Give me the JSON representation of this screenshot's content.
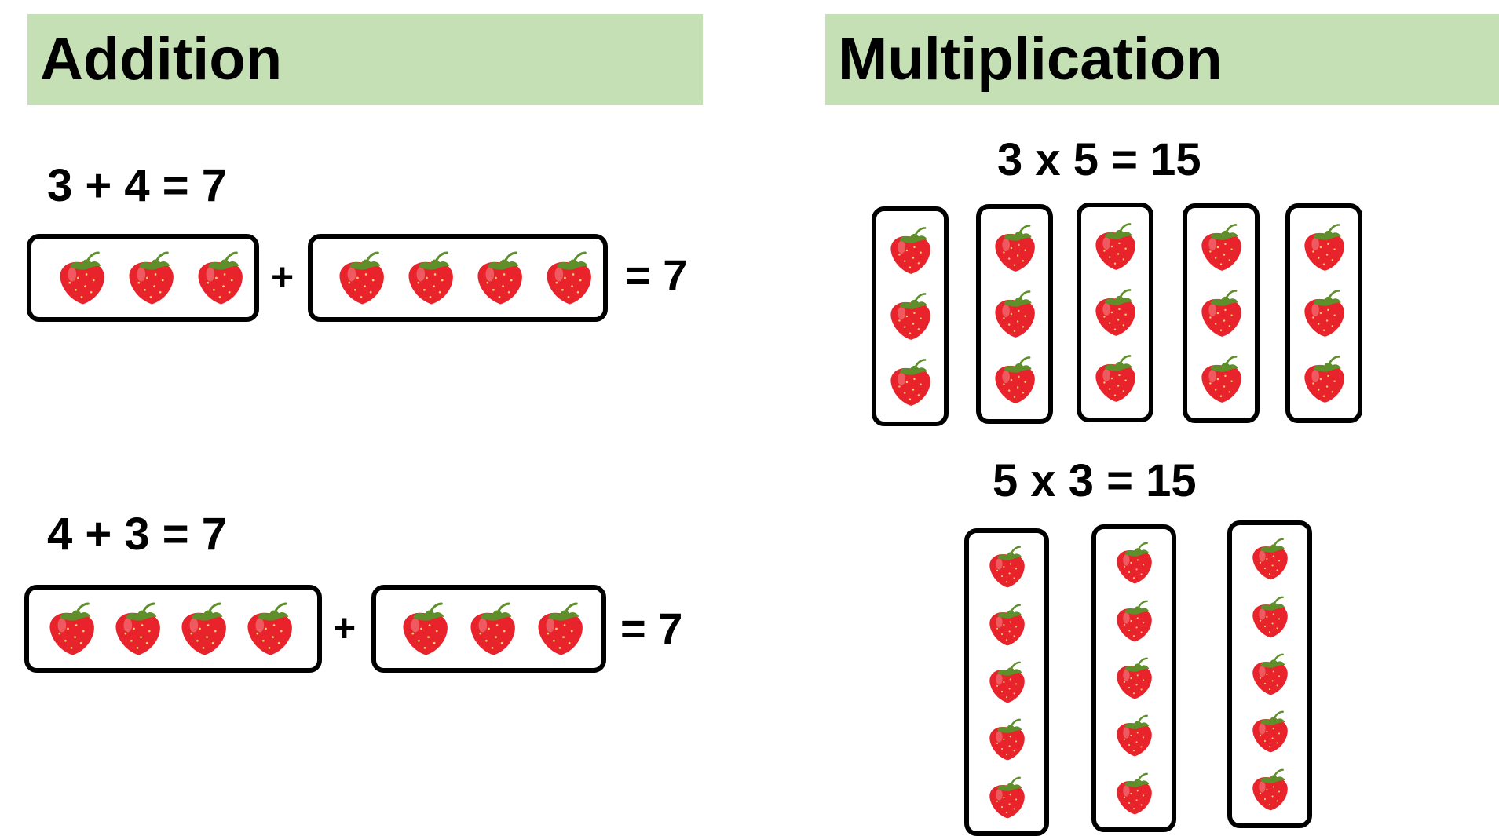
{
  "addition": {
    "title": "Addition",
    "examples": [
      {
        "equation": "3 + 4 = 7",
        "left_count": 3,
        "right_count": 4,
        "plus": "+",
        "result": "= 7"
      },
      {
        "equation": "4 + 3 = 7",
        "left_count": 4,
        "right_count": 3,
        "plus": "+",
        "result": "= 7"
      }
    ]
  },
  "multiplication": {
    "title": "Multiplication",
    "examples": [
      {
        "equation": "3 x 5 = 15",
        "groups": 5,
        "per_group": 3
      },
      {
        "equation": "5 x 3 = 15",
        "groups": 3,
        "per_group": 5
      }
    ]
  },
  "colors": {
    "header_bg": "#c5e0b4",
    "strawberry": "#e8232b",
    "leaf": "#5e8f2a",
    "seed": "#f3d36b"
  },
  "icons": {
    "item": "strawberry-icon"
  }
}
